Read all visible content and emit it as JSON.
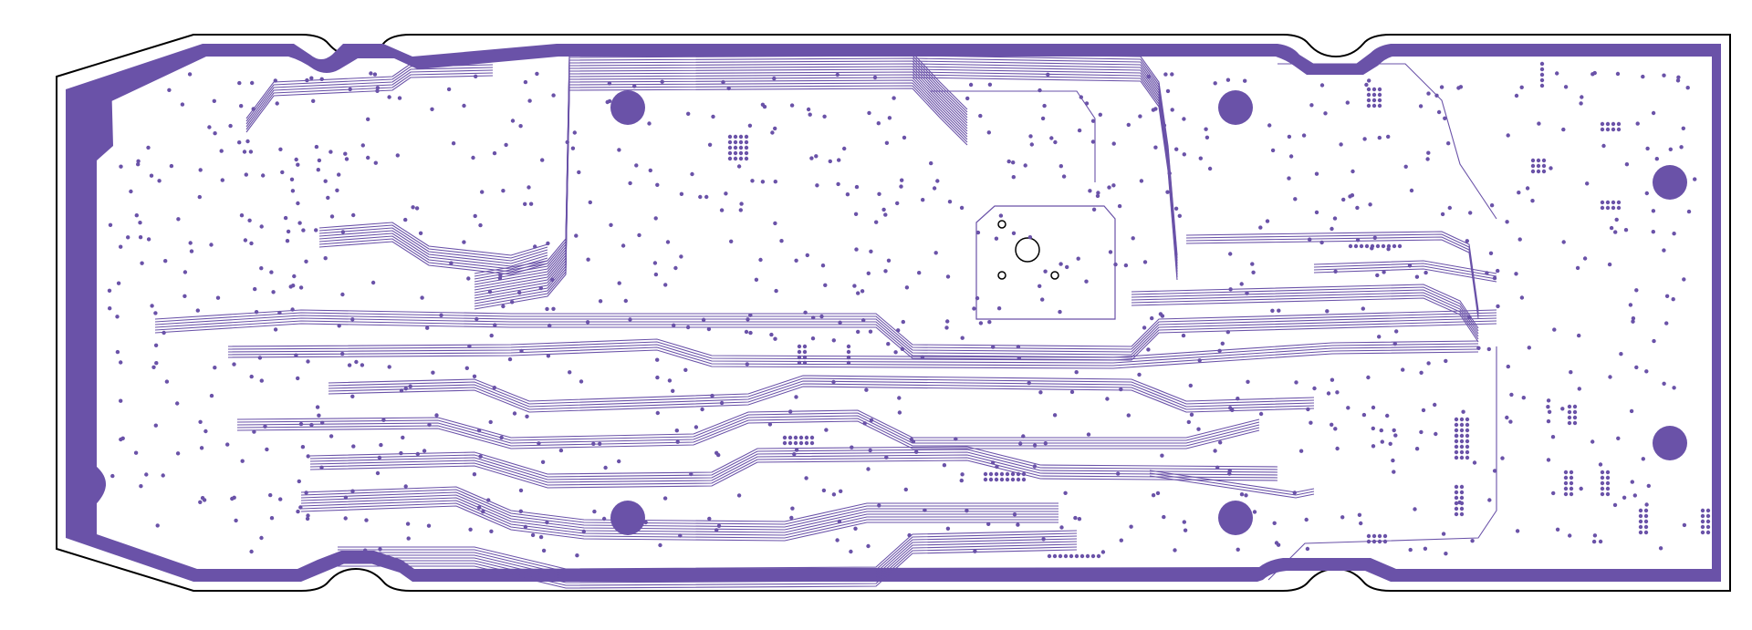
{
  "view": {
    "title": "",
    "layer_color": "#6a52a8",
    "outline_color": "#000000",
    "background_color": "#ffffff"
  },
  "board": {
    "mounting_hole_count": 7,
    "via_style": "filled-dot",
    "copper_pour_border": true,
    "trace_bundles": 18
  }
}
